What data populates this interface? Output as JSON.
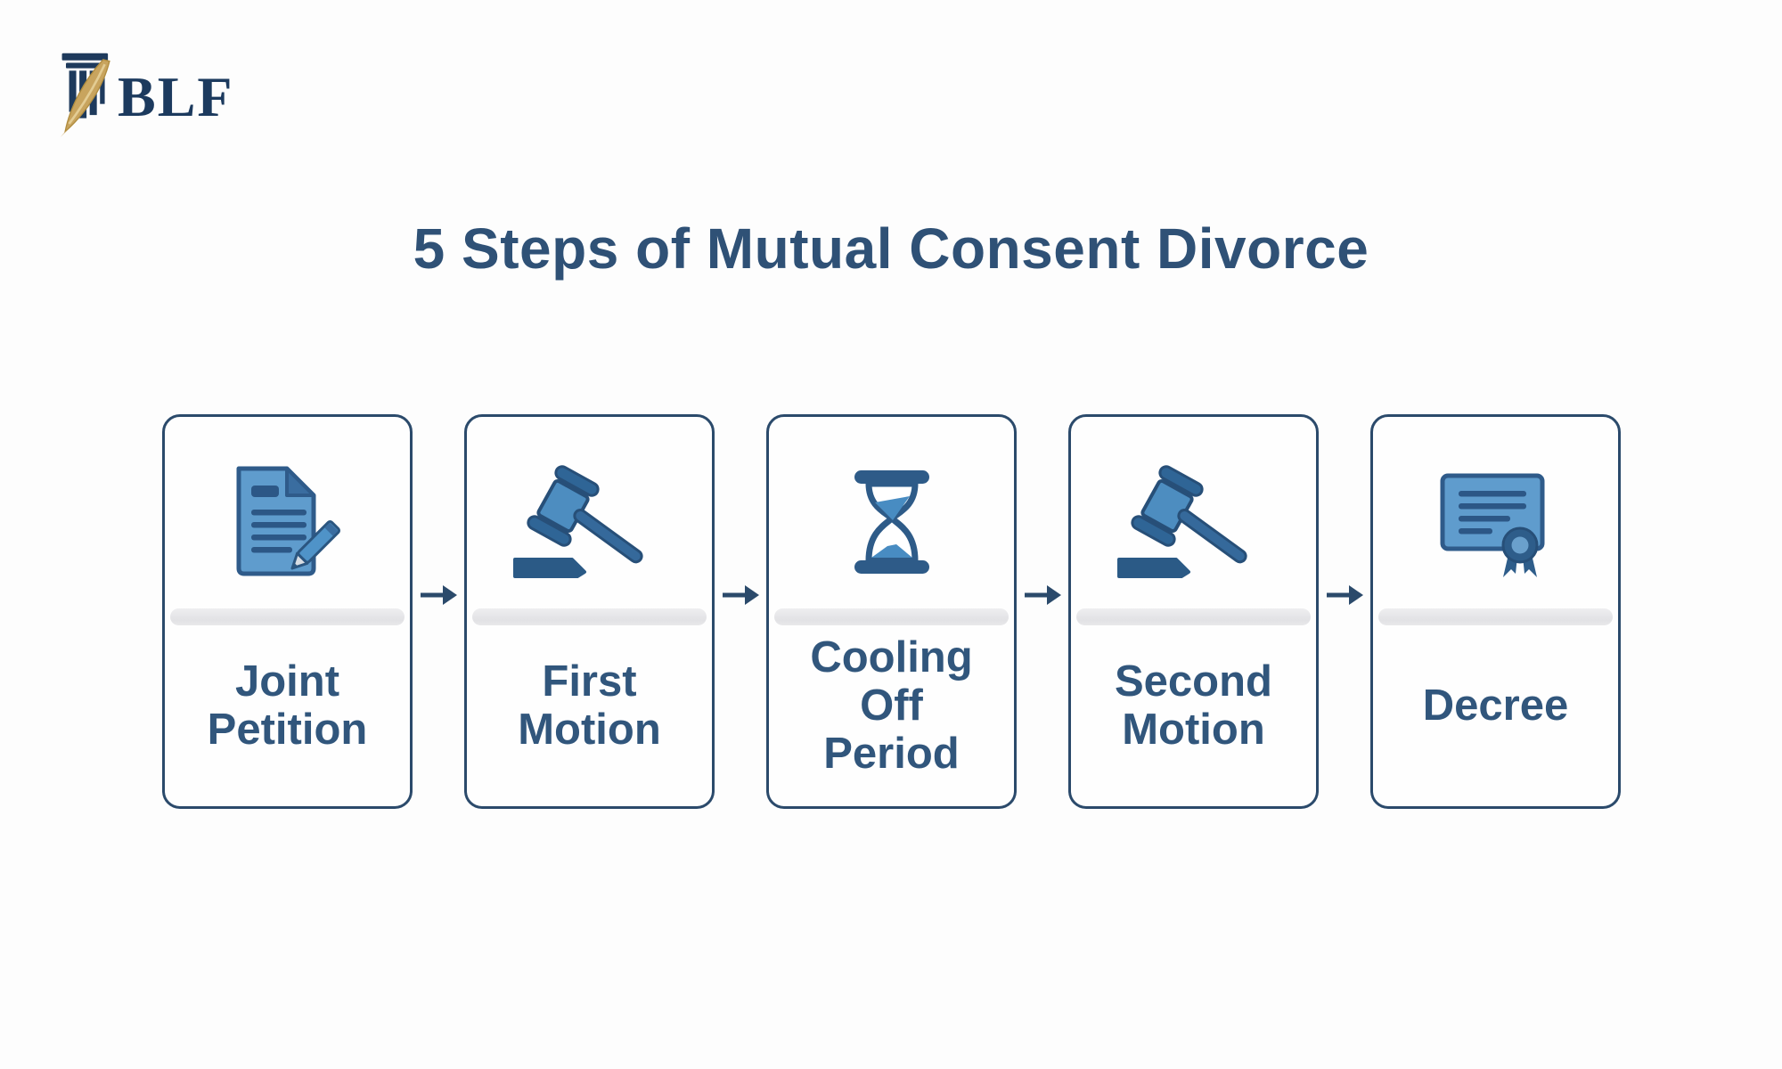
{
  "logo": {
    "text": "BLF",
    "icon": "pillar-quill-icon"
  },
  "title": "5 Steps of Mutual Consent Divorce",
  "steps": [
    {
      "label": "Joint\nPetition",
      "icon": "document-pencil-icon"
    },
    {
      "label": "First\nMotion",
      "icon": "gavel-icon"
    },
    {
      "label": "Cooling\nOff\nPeriod",
      "icon": "hourglass-icon"
    },
    {
      "label": "Second\nMotion",
      "icon": "gavel-icon"
    },
    {
      "label": "Decree",
      "icon": "certificate-icon"
    }
  ],
  "connector": {
    "icon": "arrow-right-icon"
  },
  "colors": {
    "background": "#fdfdfd",
    "logo_navy": "#1c3a5e",
    "logo_gold": "#c8a45e",
    "title_text": "#2f5176",
    "label_text": "#31567c",
    "card_border": "#2b4a6b",
    "divider_gray": "#e4e4e7",
    "icon_blue": "#5f9ccd",
    "icon_mid_blue": "#4d8dc0",
    "icon_navy": "#2c5786",
    "arrow_navy": "#2b4a6b"
  }
}
